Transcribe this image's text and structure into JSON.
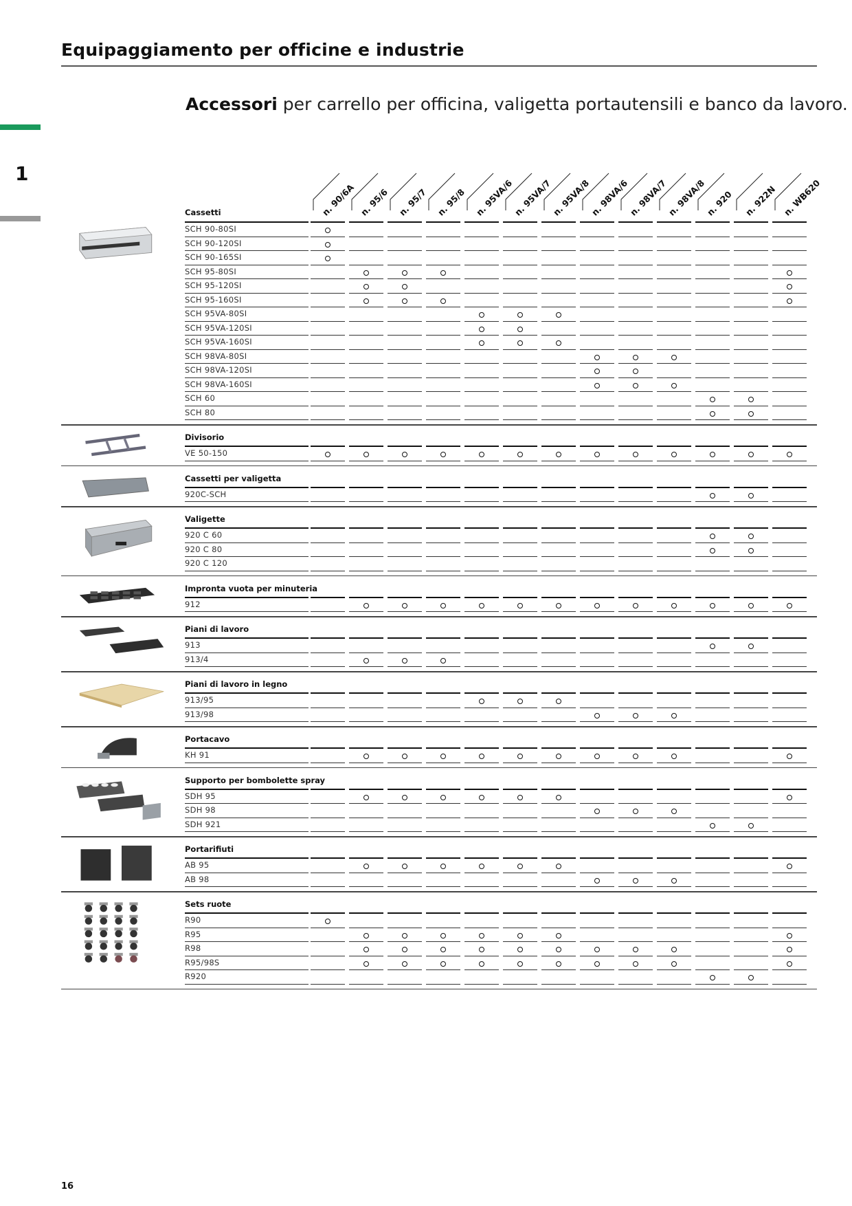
{
  "header": {
    "title": "Equipaggiamento per officine e industrie"
  },
  "subtitle": {
    "bold": "Accessori",
    "rest": " per carrello per officina, valigetta portautensili e banco da lavoro."
  },
  "chapter": {
    "number": "1",
    "accent_color": "#1a9a5c"
  },
  "columns": [
    "n. 90/6A",
    "n. 95/6",
    "n. 95/7",
    "n. 95/8",
    "n. 95VA/6",
    "n. 95VA/7",
    "n. 95VA/8",
    "n. 98VA/6",
    "n. 98VA/7",
    "n. 98VA/8",
    "n. 920",
    "n. 922N",
    "n. WB620"
  ],
  "groups": [
    {
      "title": "Cassetti",
      "icon": "drawer-image",
      "rows": [
        {
          "label": "SCH 90-80SI",
          "marks": [
            1,
            0,
            0,
            0,
            0,
            0,
            0,
            0,
            0,
            0,
            0,
            0,
            0
          ]
        },
        {
          "label": "SCH 90-120SI",
          "marks": [
            1,
            0,
            0,
            0,
            0,
            0,
            0,
            0,
            0,
            0,
            0,
            0,
            0
          ]
        },
        {
          "label": "SCH 90-165SI",
          "marks": [
            1,
            0,
            0,
            0,
            0,
            0,
            0,
            0,
            0,
            0,
            0,
            0,
            0
          ]
        },
        {
          "label": "SCH 95-80SI",
          "marks": [
            0,
            1,
            1,
            1,
            0,
            0,
            0,
            0,
            0,
            0,
            0,
            0,
            1
          ]
        },
        {
          "label": "SCH 95-120SI",
          "marks": [
            0,
            1,
            1,
            0,
            0,
            0,
            0,
            0,
            0,
            0,
            0,
            0,
            1
          ]
        },
        {
          "label": "SCH 95-160SI",
          "marks": [
            0,
            1,
            1,
            1,
            0,
            0,
            0,
            0,
            0,
            0,
            0,
            0,
            1
          ]
        },
        {
          "label": "SCH 95VA-80SI",
          "marks": [
            0,
            0,
            0,
            0,
            1,
            1,
            1,
            0,
            0,
            0,
            0,
            0,
            0
          ]
        },
        {
          "label": "SCH 95VA-120SI",
          "marks": [
            0,
            0,
            0,
            0,
            1,
            1,
            0,
            0,
            0,
            0,
            0,
            0,
            0
          ]
        },
        {
          "label": "SCH 95VA-160SI",
          "marks": [
            0,
            0,
            0,
            0,
            1,
            1,
            1,
            0,
            0,
            0,
            0,
            0,
            0
          ]
        },
        {
          "label": "SCH 98VA-80SI",
          "marks": [
            0,
            0,
            0,
            0,
            0,
            0,
            0,
            1,
            1,
            1,
            0,
            0,
            0
          ]
        },
        {
          "label": "SCH 98VA-120SI",
          "marks": [
            0,
            0,
            0,
            0,
            0,
            0,
            0,
            1,
            1,
            0,
            0,
            0,
            0
          ]
        },
        {
          "label": "SCH 98VA-160SI",
          "marks": [
            0,
            0,
            0,
            0,
            0,
            0,
            0,
            1,
            1,
            1,
            0,
            0,
            0
          ]
        },
        {
          "label": "SCH 60",
          "marks": [
            0,
            0,
            0,
            0,
            0,
            0,
            0,
            0,
            0,
            0,
            1,
            1,
            0
          ]
        },
        {
          "label": "SCH 80",
          "marks": [
            0,
            0,
            0,
            0,
            0,
            0,
            0,
            0,
            0,
            0,
            1,
            1,
            0
          ]
        }
      ]
    },
    {
      "title": "Divisorio",
      "icon": "divider-image",
      "rows": [
        {
          "label": "VE 50-150",
          "marks": [
            1,
            1,
            1,
            1,
            1,
            1,
            1,
            1,
            1,
            1,
            1,
            1,
            1
          ]
        }
      ]
    },
    {
      "title": "Cassetti per valigetta",
      "icon": "case-drawer-image",
      "rows": [
        {
          "label": "920C-SCH",
          "marks": [
            0,
            0,
            0,
            0,
            0,
            0,
            0,
            0,
            0,
            0,
            1,
            1,
            0
          ]
        }
      ]
    },
    {
      "title": "Valigette",
      "icon": "toolcase-image",
      "rows": [
        {
          "label": "920 C 60",
          "marks": [
            0,
            0,
            0,
            0,
            0,
            0,
            0,
            0,
            0,
            0,
            1,
            1,
            0
          ]
        },
        {
          "label": "920 C 80",
          "marks": [
            0,
            0,
            0,
            0,
            0,
            0,
            0,
            0,
            0,
            0,
            1,
            1,
            0
          ]
        },
        {
          "label": "920 C 120",
          "marks": [
            0,
            0,
            0,
            0,
            0,
            0,
            0,
            0,
            0,
            0,
            0,
            0,
            0
          ]
        }
      ]
    },
    {
      "title": "Impronta vuota per minuteria",
      "icon": "parts-tray-image",
      "rows": [
        {
          "label": "912",
          "marks": [
            0,
            1,
            1,
            1,
            1,
            1,
            1,
            1,
            1,
            1,
            1,
            1,
            1
          ]
        }
      ]
    },
    {
      "title": "Piani di lavoro",
      "icon": "work-surface-image",
      "rows": [
        {
          "label": "913",
          "marks": [
            0,
            0,
            0,
            0,
            0,
            0,
            0,
            0,
            0,
            0,
            1,
            1,
            0
          ]
        },
        {
          "label": "913/4",
          "marks": [
            0,
            1,
            1,
            1,
            0,
            0,
            0,
            0,
            0,
            0,
            0,
            0,
            0
          ]
        }
      ]
    },
    {
      "title": "Piani di lavoro in legno",
      "icon": "wood-top-image",
      "rows": [
        {
          "label": "913/95",
          "marks": [
            0,
            0,
            0,
            0,
            1,
            1,
            1,
            0,
            0,
            0,
            0,
            0,
            0
          ]
        },
        {
          "label": "913/98",
          "marks": [
            0,
            0,
            0,
            0,
            0,
            0,
            0,
            1,
            1,
            1,
            0,
            0,
            0
          ]
        }
      ]
    },
    {
      "title": "Portacavo",
      "icon": "cable-holder-image",
      "rows": [
        {
          "label": "KH 91",
          "marks": [
            0,
            1,
            1,
            1,
            1,
            1,
            1,
            1,
            1,
            1,
            0,
            0,
            1
          ]
        }
      ]
    },
    {
      "title": "Supporto per bombolette spray",
      "icon": "spray-holder-image",
      "rows": [
        {
          "label": "SDH 95",
          "marks": [
            0,
            1,
            1,
            1,
            1,
            1,
            1,
            0,
            0,
            0,
            0,
            0,
            1
          ]
        },
        {
          "label": "SDH 98",
          "marks": [
            0,
            0,
            0,
            0,
            0,
            0,
            0,
            1,
            1,
            1,
            0,
            0,
            0
          ]
        },
        {
          "label": "SDH 921",
          "marks": [
            0,
            0,
            0,
            0,
            0,
            0,
            0,
            0,
            0,
            0,
            1,
            1,
            0
          ]
        }
      ]
    },
    {
      "title": "Portarifiuti",
      "icon": "waste-bin-image",
      "rows": [
        {
          "label": "AB 95",
          "marks": [
            0,
            1,
            1,
            1,
            1,
            1,
            1,
            0,
            0,
            0,
            0,
            0,
            1
          ]
        },
        {
          "label": "AB 98",
          "marks": [
            0,
            0,
            0,
            0,
            0,
            0,
            0,
            1,
            1,
            1,
            0,
            0,
            0
          ]
        }
      ]
    },
    {
      "title": "Sets ruote",
      "icon": "caster-set-image",
      "rows": [
        {
          "label": "R90",
          "marks": [
            1,
            0,
            0,
            0,
            0,
            0,
            0,
            0,
            0,
            0,
            0,
            0,
            0
          ]
        },
        {
          "label": "R95",
          "marks": [
            0,
            1,
            1,
            1,
            1,
            1,
            1,
            0,
            0,
            0,
            0,
            0,
            1
          ]
        },
        {
          "label": "R98",
          "marks": [
            0,
            1,
            1,
            1,
            1,
            1,
            1,
            1,
            1,
            1,
            0,
            0,
            1
          ]
        },
        {
          "label": "R95/98S",
          "marks": [
            0,
            1,
            1,
            1,
            1,
            1,
            1,
            1,
            1,
            1,
            0,
            0,
            1
          ]
        },
        {
          "label": "R920",
          "marks": [
            0,
            0,
            0,
            0,
            0,
            0,
            0,
            0,
            0,
            0,
            1,
            1,
            0
          ]
        }
      ]
    }
  ],
  "footer": {
    "page_number": "16"
  }
}
